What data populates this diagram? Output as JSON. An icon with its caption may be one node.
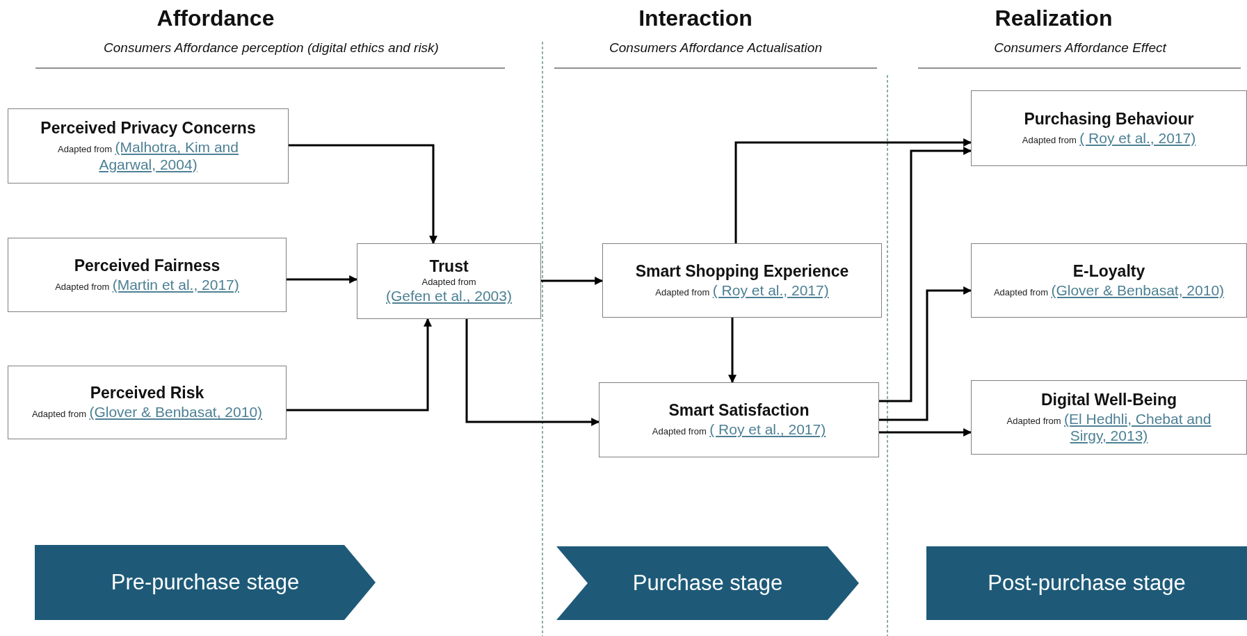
{
  "diagram": {
    "nodes": [
      {
        "text": [
          "Perceived Privacy Concerns",
          "Adapted from",
          "(Malhotra,  Kim and Agarwal, 2004)"
        ]
      },
      {
        "text": [
          "Perceived Fairness",
          "Adapted from",
          "(Martin et al., 2017)"
        ]
      },
      {
        "text": [
          "Perceived Risk",
          "Adapted from",
          "(Glover  & Benbasat, 2010)"
        ]
      },
      {
        "text": [
          "Trust",
          "Adapted from",
          "(Gefen et al., 2003)"
        ]
      },
      {
        "text": [
          "Smart Shopping Experience",
          "Adapted from",
          "( Roy et al., 2017)"
        ]
      },
      {
        "text": [
          "Smart Satisfaction",
          "Adapted from",
          "( Roy et al., 2017)"
        ]
      },
      {
        "text": [
          "Purchasing Behaviour",
          "Adapted from",
          "( Roy et al., 2017)"
        ]
      },
      {
        "text": [
          "E-Loyalty",
          "Adapted from",
          "(Glover  & Benbasat, 2010)"
        ]
      },
      {
        "text": [
          "Digital Well-Being",
          "Adapted from",
          "(El Hedhli, Chebat and Sirgy, 2013)"
        ]
      },
      {
        "text": [
          "Pre-purchase stage"
        ]
      },
      {
        "text": [
          "Purchase stage"
        ]
      },
      {
        "text": [
          "Post-purchase stage"
        ]
      }
    ],
    "edges": [
      {
        "from": 0,
        "to": 3,
        "arrow": "to"
      },
      {
        "from": 1,
        "to": 3,
        "arrow": "to"
      },
      {
        "from": 2,
        "to": 3,
        "arrow": "to"
      },
      {
        "from": 3,
        "to": 4,
        "arrow": "to"
      },
      {
        "from": 3,
        "to": 5,
        "arrow": "to"
      },
      {
        "from": 4,
        "to": 6,
        "arrow": "to"
      },
      {
        "from": 4,
        "to": 5,
        "arrow": "to"
      },
      {
        "from": 5,
        "to": 6,
        "arrow": "to"
      },
      {
        "from": 5,
        "to": 7,
        "arrow": "to"
      },
      {
        "from": 5,
        "to": 8,
        "arrow": "to"
      }
    ],
    "labels": [
      "Affordance",
      "Interaction",
      "Realization",
      "Consumers Affordance perception (digital ethics and risk)",
      "Consumers Affordance Actualisation",
      "Consumers Affordance Effect"
    ]
  }
}
